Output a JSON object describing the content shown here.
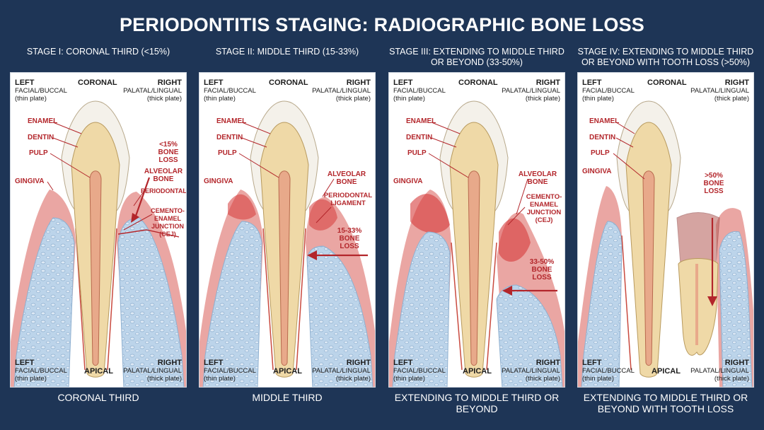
{
  "title": "PERIODONTITIS STAGING: RADIOGRAPHIC BONE LOSS",
  "common": {
    "left": "LEFT",
    "left_sub1": "FACIAL/BUCCAL",
    "left_sub2": "(thin plate)",
    "right": "RIGHT",
    "right_sub1": "PALATAL/LINGUAL",
    "right_sub2": "(thick plate)",
    "coronal": "CORONAL",
    "apical": "APICAL",
    "enamel": "ENAMEL",
    "dentin": "DENTIN",
    "pulp": "PULP",
    "gingiva": "GINGIVA",
    "alveolar_bone_1": "ALVEOLAR",
    "alveolar_bone_2": "BONE",
    "pdl_1": "PERIODONTAL",
    "pdl_2": "LIGAMENT",
    "cej_1": "CEMENTO-",
    "cej_2": "ENAMEL",
    "cej_3": "JUNCTION",
    "cej_4": "(CEJ)"
  },
  "panels": [
    {
      "title": "STAGE I: CORONAL THIRD (<15%)",
      "caption": "CORONAL THIRD",
      "loss_1": "<15%",
      "loss_2": "BONE",
      "loss_3": "LOSS"
    },
    {
      "title": "STAGE II: MIDDLE THIRD (15-33%)",
      "caption": "MIDDLE THIRD",
      "loss_1": "15-33%",
      "loss_2": "BONE",
      "loss_3": "LOSS"
    },
    {
      "title": "STAGE III: EXTENDING TO MIDDLE THIRD OR BEYOND (33-50%)",
      "caption": "EXTENDING TO MIDDLE THIRD OR BEYOND",
      "loss_1": "33-50%",
      "loss_2": "BONE",
      "loss_3": "LOSS"
    },
    {
      "title": "STAGE IV: EXTENDING TO MIDDLE THIRD OR BEYOND WITH TOOTH LOSS (>50%)",
      "caption": "EXTENDING TO MIDDLE THIRD OR BEYOND WITH TOOTH LOSS",
      "loss_1": ">50%",
      "loss_2": "BONE",
      "loss_3": "LOSS"
    }
  ],
  "colors": {
    "background": "#1e3556",
    "enamel": "#f4f1ea",
    "dentin": "#efd9a7",
    "pulp": "#e8a98a",
    "gingiva": "#eaa6a3",
    "bone": "#bcd4ea",
    "inflammation": "#d63a3a",
    "label_red": "#b3262b"
  }
}
